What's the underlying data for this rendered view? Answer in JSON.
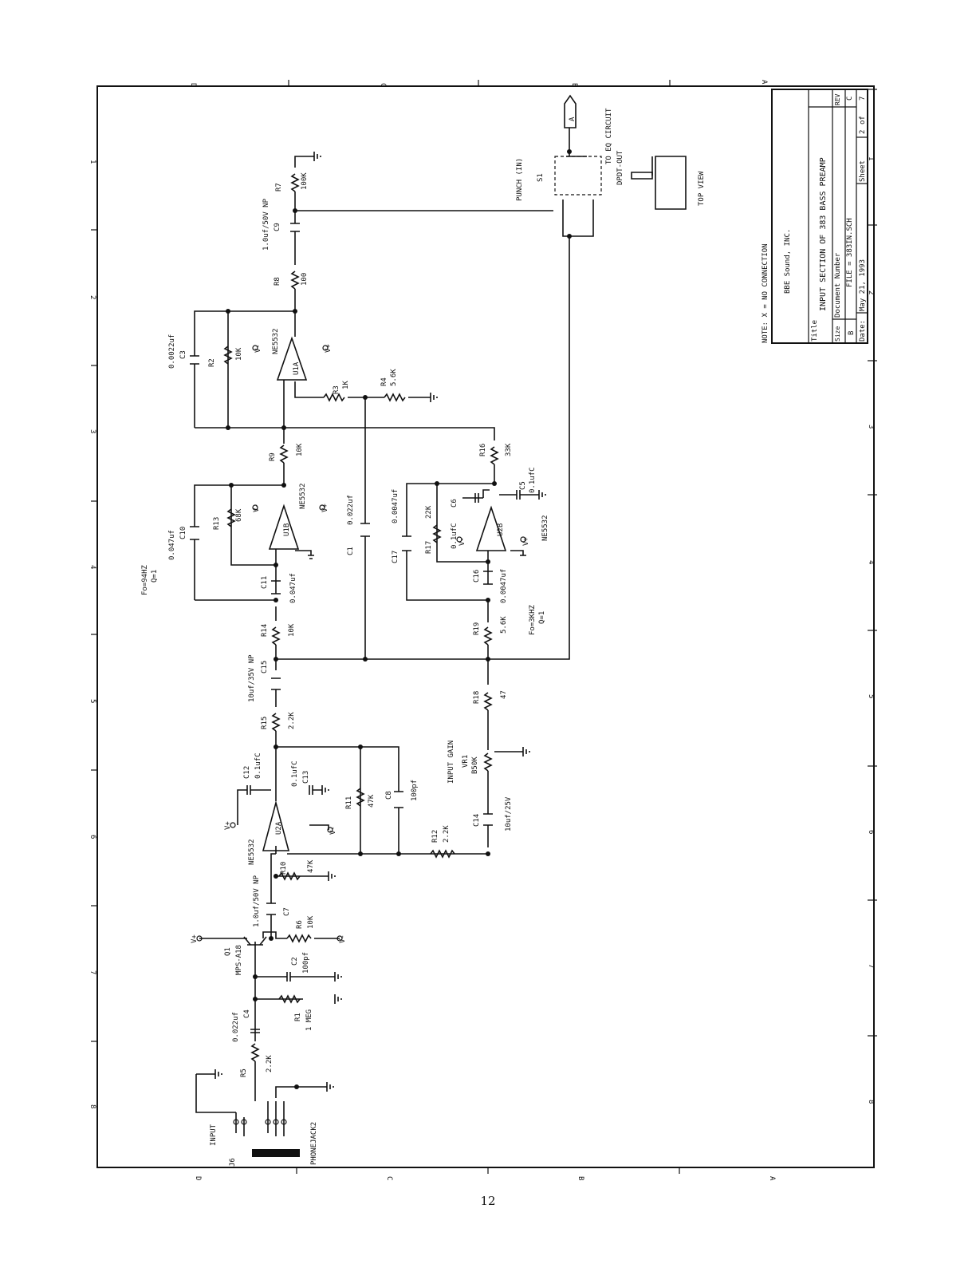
{
  "page_number": "12",
  "title_block": {
    "note": "NOTE: X = NO CONNECTION",
    "company": "BBE Sound, INC.",
    "title_label": "Title",
    "title": "INPUT SECTION OF 383 BASS PREAMP",
    "size_label": "Size",
    "size": "B",
    "doc_label": "Document Number",
    "file": "FILE = 383IN.SCH",
    "rev_label": "REV",
    "rev": "C",
    "date_label": "Date:",
    "date": "May 21, 1993",
    "sheet_label": "Sheet",
    "sheet": "2",
    "of_label": "of",
    "of_total": "7"
  },
  "zones": {
    "letters": [
      "D",
      "C",
      "B",
      "A"
    ],
    "numbers": [
      "1",
      "2",
      "3",
      "4",
      "5",
      "6",
      "7",
      "8"
    ]
  },
  "labels": {
    "input": "INPUT",
    "j6": "J6",
    "phonejack": "PHONEJACK2",
    "q1": "Q1",
    "q1_part": "MPS-A18",
    "r5": "R5",
    "r5_val": "2.2K",
    "c4": "C4",
    "c4_val": "0.022uf",
    "r1": "R1",
    "r1_val": "1 MEG",
    "c2": "C2",
    "c2_val": "100pf",
    "r6": "R6",
    "r6_val": "10K",
    "c7": "C7",
    "c7_val": "1.0uf/50V NP",
    "r10": "R10",
    "r10_val": "47K",
    "u2a": "U2A",
    "u2a_part": "NE5532",
    "c12": "C12",
    "c12_val": "0.1ufC",
    "c13": "C13",
    "c13_val": "0.1ufC",
    "r11": "R11",
    "r11_val": "47K",
    "c8": "C8",
    "c8_val": "100pf",
    "r12": "R12",
    "r12_val": "2.2K",
    "r15": "R15",
    "r15_val": "2.2K",
    "c15": "C15",
    "c15_val": "10uf/35V NP",
    "r14": "R14",
    "r14_val": "10K",
    "c11": "C11",
    "c11_val": "0.047uf",
    "c10": "C10",
    "c10_val": "0.047uf",
    "r13": "R13",
    "r13_val": "68K",
    "u1b": "U1B",
    "u1b_part": "NE5532",
    "fo1": "Fo=94HZ",
    "q1f": "Q=1",
    "r9": "R9",
    "r9_val": "10K",
    "c1": "C1",
    "c1_val": "0.022uf",
    "u1a": "U1A",
    "u1a_part": "NE5532",
    "r2": "R2",
    "r2_val": "10K",
    "c3": "C3",
    "c3_val": "0.0022uf",
    "r3": "R3",
    "r3_val": "1K",
    "r4": "R4",
    "r4_val": "5.6K",
    "r8": "R8",
    "r8_val": "100",
    "c9": "C9",
    "c9_val": "1.0uf/50V NP",
    "r7": "R7",
    "r7_val": "100K",
    "s1": "S1",
    "punch": "PUNCH (IN)",
    "dpdt": "DPDT-OUT",
    "to_eq": "TO EQ CIRCUIT",
    "top_view": "TOP VIEW",
    "a_flag": "A",
    "vr1": "VR1",
    "vr1_val": "B50K",
    "input_gain": "INPUT GAIN",
    "c14": "C14",
    "c14_val": "10uf/25V",
    "r18": "R18",
    "r18_val": "47",
    "r19": "R19",
    "r19_val": "5.6K",
    "fo2": "Fo=3KHZ",
    "q2f": "Q=1",
    "c16": "C16",
    "c16_val": "0.0047uf",
    "c17": "C17",
    "c17_val": "0.0047uf",
    "r17": "R17",
    "r17_val": "22K",
    "c6": "C6",
    "c6_val": "0.1ufC",
    "c5": "C5",
    "c5_val": "0.1ufC",
    "u2b": "U2B",
    "u2b_part": "NE5532",
    "r16": "R16",
    "r16_val": "33K",
    "vplus": "V+",
    "vminus": "V-"
  }
}
